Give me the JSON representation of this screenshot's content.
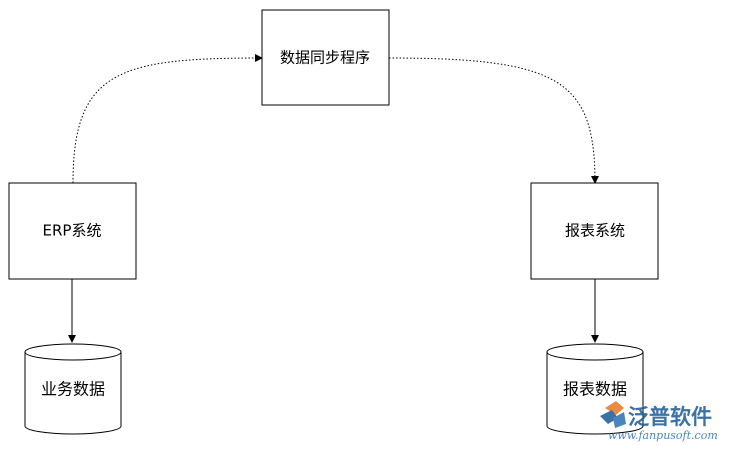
{
  "nodes": {
    "sync_program": {
      "label": "数据同步程序"
    },
    "erp_system": {
      "label": "ERP系统"
    },
    "report_system": {
      "label": "报表系统"
    },
    "business_data": {
      "label": "业务数据"
    },
    "report_data": {
      "label": "报表数据"
    }
  },
  "edges": [
    {
      "from": "erp_system",
      "to": "sync_program",
      "style": "dotted"
    },
    {
      "from": "sync_program",
      "to": "report_system",
      "style": "dotted"
    },
    {
      "from": "erp_system",
      "to": "business_data",
      "style": "solid"
    },
    {
      "from": "report_system",
      "to": "report_data",
      "style": "solid"
    }
  ],
  "watermark": {
    "brand": "泛普软件",
    "url": "www.fanpusoft.com",
    "colors": {
      "primary": "#1a5a96",
      "accent": "#e87722"
    }
  }
}
